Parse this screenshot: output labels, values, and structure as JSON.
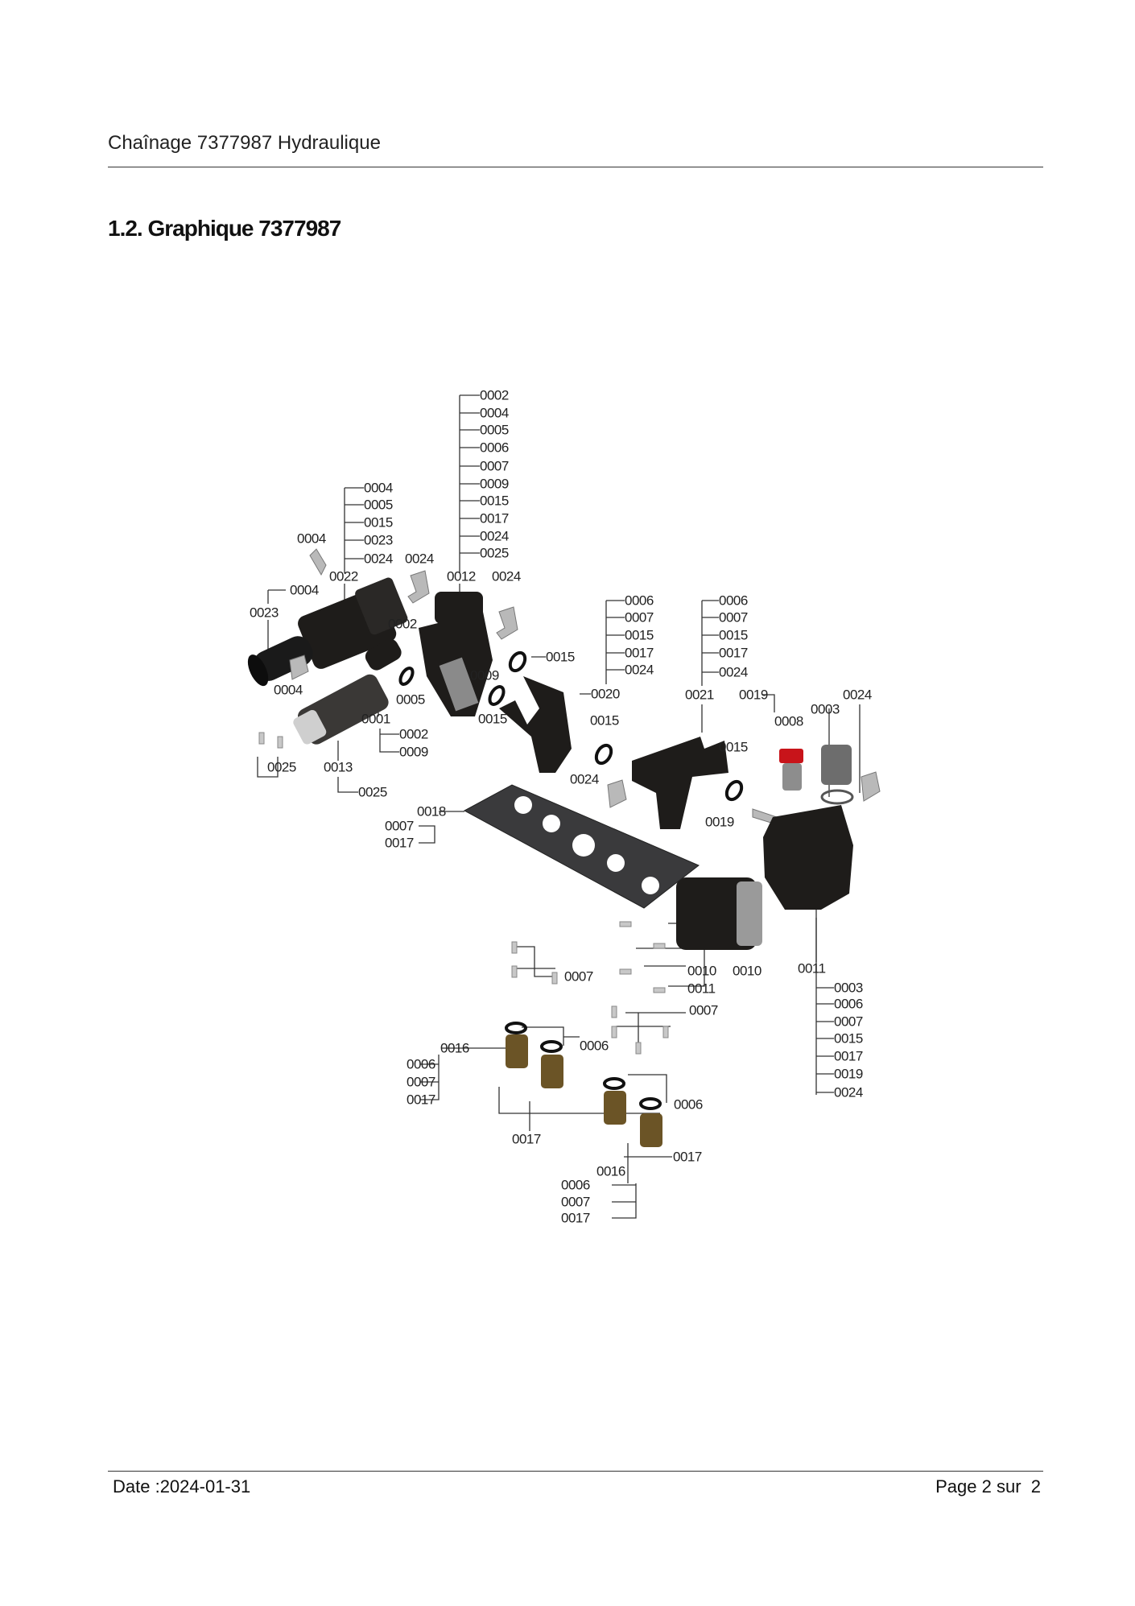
{
  "header": {
    "title": "Chaînage 7377987 Hydraulique"
  },
  "section": {
    "heading": "1.2. Graphique 7377987"
  },
  "footer": {
    "date": "Date :2024-01-31",
    "page": "Page 2 sur  2"
  },
  "colors": {
    "part": "#1e1c1a",
    "plate": "#3a3a3c",
    "brass": "#6b5426",
    "red_cap": "#c8141a",
    "clip": "#b9b9b9"
  },
  "diagram": {
    "labels": [
      "0002",
      "0004",
      "0005",
      "0006",
      "0007",
      "0009",
      "0015",
      "0017",
      "0024",
      "0025",
      "0012",
      "0004",
      "0005",
      "0015",
      "0023",
      "0024",
      "0022",
      "0004",
      "0024",
      "0024",
      "0004",
      "0023",
      "0002",
      "0015",
      "0009",
      "0005",
      "0015",
      "0020",
      "0004",
      "0001",
      "0002",
      "0009",
      "0025",
      "0013",
      "0025",
      "0006",
      "0007",
      "0015",
      "0017",
      "0024",
      "0015",
      "0024",
      "0006",
      "0007",
      "0015",
      "0017",
      "0024",
      "0021",
      "0019",
      "0008",
      "0003",
      "0024",
      "0015",
      "0019",
      "0018",
      "0007",
      "0017",
      "0010",
      "0011",
      "0010",
      "0011",
      "0003",
      "0006",
      "0007",
      "0015",
      "0017",
      "0019",
      "0024",
      "0007",
      "0007",
      "0006",
      "0016",
      "0006",
      "0007",
      "0017",
      "0017",
      "0006",
      "0017",
      "0016",
      "0006",
      "0007",
      "0017"
    ]
  }
}
